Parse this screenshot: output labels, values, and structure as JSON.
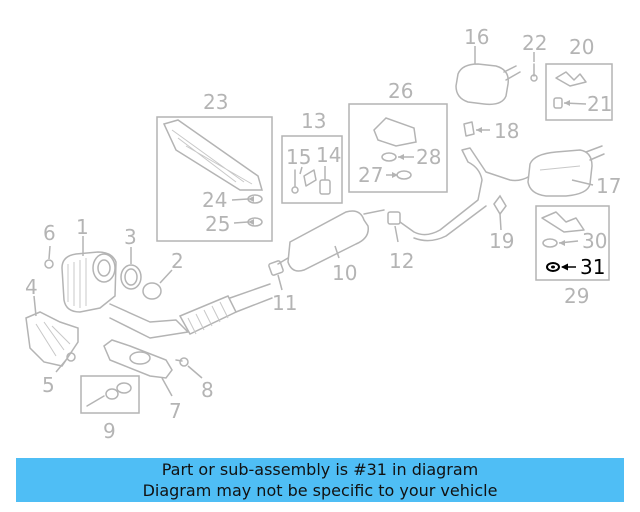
{
  "callouts": [
    {
      "id": "1",
      "label": "1"
    },
    {
      "id": "2",
      "label": "2"
    },
    {
      "id": "3",
      "label": "3"
    },
    {
      "id": "4",
      "label": "4"
    },
    {
      "id": "5",
      "label": "5"
    },
    {
      "id": "6",
      "label": "6"
    },
    {
      "id": "7",
      "label": "7"
    },
    {
      "id": "8",
      "label": "8"
    },
    {
      "id": "9",
      "label": "9"
    },
    {
      "id": "10",
      "label": "10"
    },
    {
      "id": "11",
      "label": "11"
    },
    {
      "id": "12",
      "label": "12"
    },
    {
      "id": "13",
      "label": "13"
    },
    {
      "id": "14",
      "label": "14"
    },
    {
      "id": "15",
      "label": "15"
    },
    {
      "id": "16",
      "label": "16"
    },
    {
      "id": "17",
      "label": "17"
    },
    {
      "id": "18",
      "label": "18"
    },
    {
      "id": "19",
      "label": "19"
    },
    {
      "id": "20",
      "label": "20"
    },
    {
      "id": "21",
      "label": "21"
    },
    {
      "id": "22",
      "label": "22"
    },
    {
      "id": "23",
      "label": "23"
    },
    {
      "id": "24",
      "label": "24"
    },
    {
      "id": "25",
      "label": "25"
    },
    {
      "id": "26",
      "label": "26"
    },
    {
      "id": "27",
      "label": "27"
    },
    {
      "id": "28",
      "label": "28"
    },
    {
      "id": "29",
      "label": "29"
    },
    {
      "id": "30",
      "label": "30"
    },
    {
      "id": "31",
      "label": "31"
    }
  ],
  "highlighted_part": "31",
  "colors": {
    "line": "#b4b4b4",
    "highlight": "#000000",
    "banner": "#4fbef5"
  },
  "banner": {
    "line1": "Part or sub-assembly is #31 in diagram",
    "line2": "Diagram may not be specific to your vehicle"
  }
}
